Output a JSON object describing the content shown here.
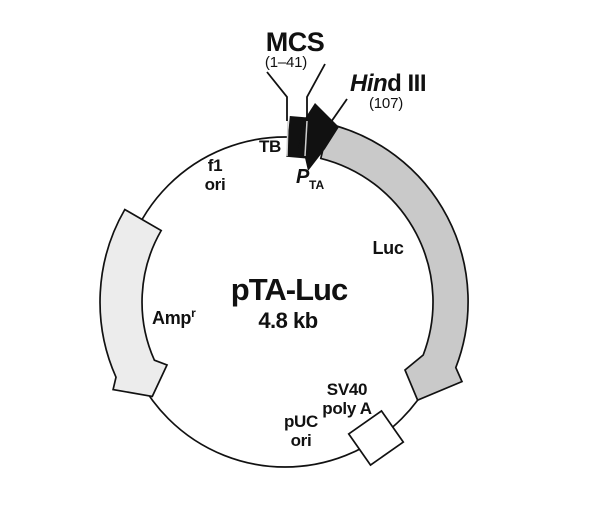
{
  "plasmid": {
    "name": "pTA-Luc",
    "size": "4.8 kb",
    "mcs": {
      "label": "MCS",
      "range": "(1–41)"
    },
    "hind3": {
      "name_italic": "Hin",
      "name_rest": "d III",
      "site": "(107)"
    },
    "tb": {
      "label": "TB"
    },
    "f1_ori": {
      "line1": "f1",
      "line2": "ori"
    },
    "pta": {
      "symbol": "P",
      "subscript": "TA"
    },
    "luc": {
      "label": "Luc"
    },
    "amp": {
      "label": "Amp",
      "superscript": "r"
    },
    "sv40": {
      "line1": "SV40",
      "line2": "poly A"
    },
    "puc_ori": {
      "line1": "pUC",
      "line2": "ori"
    },
    "colors": {
      "luc_fill": "#c9c9c9",
      "amp_fill": "#ececec",
      "ink": "#111111"
    }
  }
}
